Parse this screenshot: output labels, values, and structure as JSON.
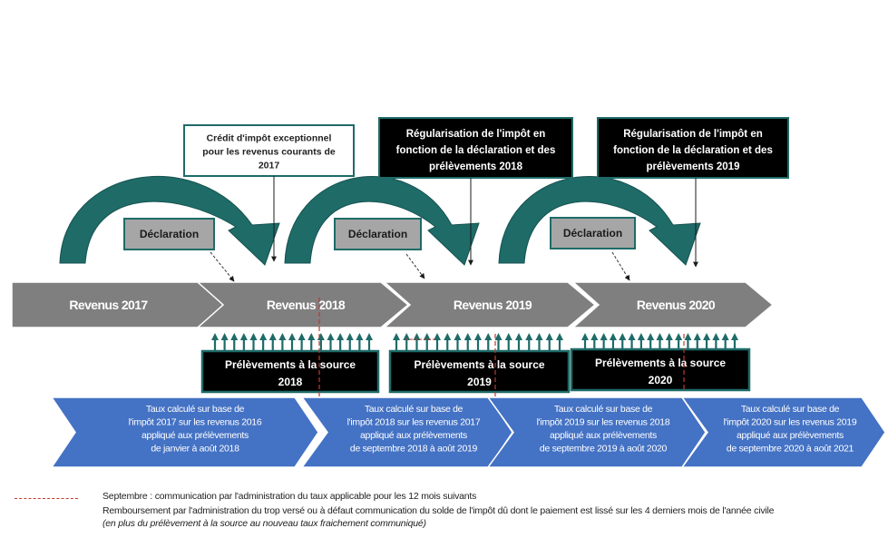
{
  "revenues": [
    {
      "label": "Revenus 2017"
    },
    {
      "label": "Revenus 2018"
    },
    {
      "label": "Revenus 2019"
    },
    {
      "label": "Revenus 2020"
    }
  ],
  "declarations": [
    {
      "label": "Déclaration"
    },
    {
      "label": "Déclaration"
    },
    {
      "label": "Déclaration"
    }
  ],
  "top_boxes": [
    {
      "lines": [
        "Crédit d'impôt exceptionnel",
        "pour les revenus courants de",
        "2017"
      ],
      "style": "light"
    },
    {
      "lines": [
        "Régularisation de l'impôt en",
        "fonction de la déclaration et des",
        "prélèvements 2018"
      ],
      "style": "dark"
    },
    {
      "lines": [
        "Régularisation de l'impôt en",
        "fonction de la déclaration et des",
        "prélèvements 2019"
      ],
      "style": "dark"
    }
  ],
  "prelevements": [
    {
      "lines": [
        "Prélèvements à la source",
        "2018"
      ]
    },
    {
      "lines": [
        "Prélèvements à la source",
        "2019"
      ]
    },
    {
      "lines": [
        "Prélèvements à la source",
        "2020"
      ]
    }
  ],
  "taux": [
    {
      "lines": [
        "Taux calculé sur base de",
        "l'impôt 2017 sur les revenus 2016",
        "appliqué aux prélèvements",
        "de janvier à août 2018"
      ]
    },
    {
      "lines": [
        "Taux calculé sur base de",
        "l'impôt 2018 sur les revenus 2017",
        "appliqué aux prélèvements",
        "de septembre 2018 à août 2019"
      ]
    },
    {
      "lines": [
        "Taux calculé sur base de",
        "l'impôt 2019 sur les revenus 2018",
        "appliqué aux prélèvements",
        "de septembre 2019 à août 2020"
      ]
    },
    {
      "lines": [
        "Taux calculé sur base de",
        "l'impôt 2020 sur les revenus 2019",
        "appliqué aux prélèvements",
        "de septembre 2020 à août 2021"
      ]
    }
  ],
  "legend": {
    "september": "Septembre : communication par l'administration du taux applicable pour les 12 mois suivants",
    "refund": "Remboursement par l'administration du trop versé ou à défaut communication du solde de l'impôt dû dont le paiement est lissé sur les 4 derniers mois de l'année civile",
    "refund_note": "(en plus du prélèvement à la source au nouveau taux fraichement communiqué)"
  },
  "colors": {
    "revenue_fill": "#7f7f7f",
    "declaration_fill": "#a6a6a6",
    "teal": "#1e6b68",
    "blue": "#4472c4",
    "dark_box": "#000000",
    "dash_red": "#c0392b"
  }
}
